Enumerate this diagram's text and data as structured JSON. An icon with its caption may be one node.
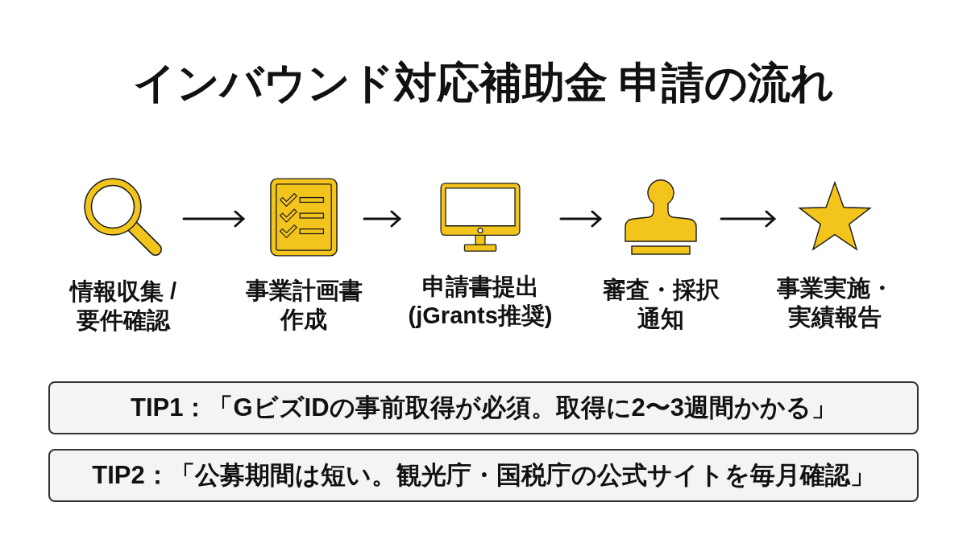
{
  "diagram": {
    "title": "インバウンド対応補助金 申請の流れ",
    "nodes": [
      {
        "text": [
          "情報収集 /要件確認"
        ]
      },
      {
        "text": [
          "事業計画書作成"
        ]
      },
      {
        "text": [
          "申請書提出(jGrants推奨)"
        ]
      },
      {
        "text": [
          "審査・採択通知"
        ]
      },
      {
        "text": [
          "事業実施・実績報告"
        ]
      },
      {
        "text": [
          "TIP1：「GビズIDの事前取得が必須。取得に2〜3週間かかる」"
        ]
      },
      {
        "text": [
          "TIP2：「公募期間は短い。観光庁・国税庁の公式サイトを毎月確認」"
        ]
      }
    ],
    "edges": [
      {
        "from": 0,
        "to": 1,
        "arrow": "to"
      },
      {
        "from": 1,
        "to": 2,
        "arrow": "to"
      },
      {
        "from": 2,
        "to": 3,
        "arrow": "to"
      },
      {
        "from": 3,
        "to": 4,
        "arrow": "to"
      }
    ]
  }
}
